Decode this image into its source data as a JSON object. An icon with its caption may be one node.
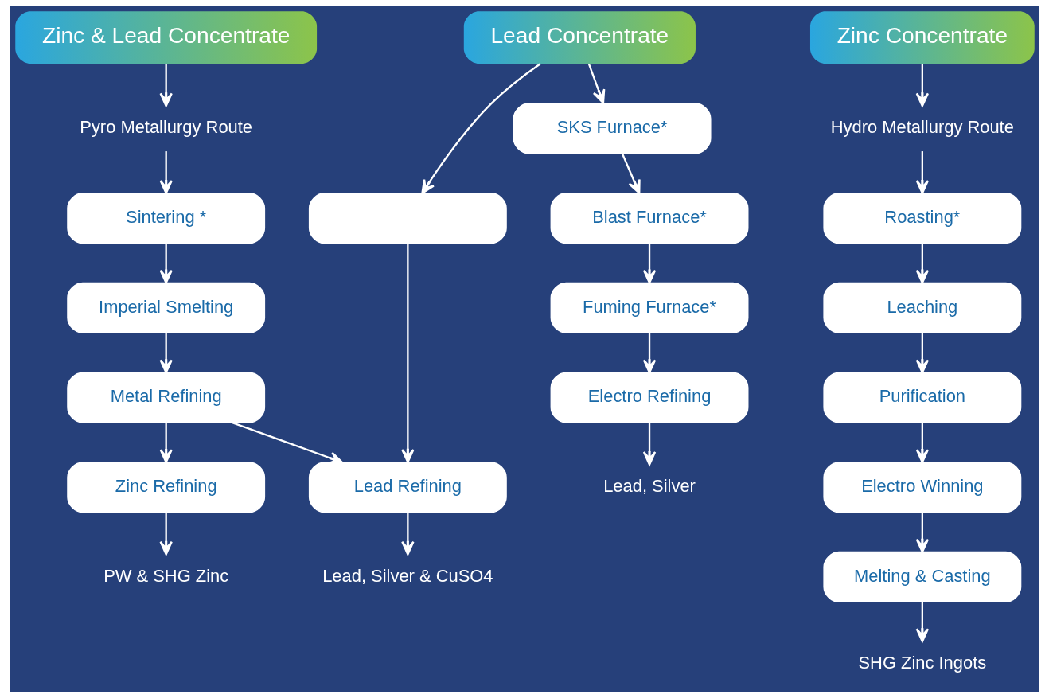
{
  "diagram": {
    "nodes": [
      {
        "text": [
          "Zinc & Lead Concentrate"
        ]
      },
      {
        "text": [
          "Lead Concentrate"
        ]
      },
      {
        "text": [
          "Zinc Concentrate"
        ]
      },
      {
        "text": [
          "Pyro Metallurgy Route"
        ]
      },
      {
        "text": [
          "Sintering *"
        ]
      },
      {
        "text": [
          "Imperial Smelting"
        ]
      },
      {
        "text": [
          "Metal Refining"
        ]
      },
      {
        "text": [
          "Zinc Refining"
        ]
      },
      {
        "text": [
          "Lead Refining"
        ]
      },
      {
        "text": [
          "PW & SHG Zinc"
        ]
      },
      {
        "text": [
          "Lead, Silver & CuSO4"
        ]
      },
      {
        "text": [],
        "shape": "box"
      },
      {
        "text": [
          "SKS Furnace*"
        ]
      },
      {
        "text": [
          "Blast Furnace*"
        ]
      },
      {
        "text": [
          "Fuming Furnace*"
        ]
      },
      {
        "text": [
          "Electro Refining"
        ]
      },
      {
        "text": [
          "Lead, Silver"
        ]
      },
      {
        "text": [
          "Hydro Metallurgy Route"
        ]
      },
      {
        "text": [
          "Roasting*"
        ]
      },
      {
        "text": [
          "Leaching"
        ]
      },
      {
        "text": [
          "Purification"
        ]
      },
      {
        "text": [
          "Electro Winning"
        ]
      },
      {
        "text": [
          "Melting & Casting"
        ]
      },
      {
        "text": [
          "SHG Zinc Ingots"
        ]
      }
    ],
    "edges": [
      {
        "from": 0,
        "to": 3,
        "arrow": "to"
      },
      {
        "from": 3,
        "to": 4,
        "arrow": "to"
      },
      {
        "from": 4,
        "to": 5,
        "arrow": "to"
      },
      {
        "from": 5,
        "to": 6,
        "arrow": "to"
      },
      {
        "from": 6,
        "to": 7,
        "arrow": "to"
      },
      {
        "from": 6,
        "to": 8,
        "arrow": "to"
      },
      {
        "from": 7,
        "to": 9,
        "arrow": "to"
      },
      {
        "from": 8,
        "to": 10,
        "arrow": "to"
      },
      {
        "from": 1,
        "to": 11,
        "arrow": "to"
      },
      {
        "from": 1,
        "to": 12,
        "arrow": "to"
      },
      {
        "from": 11,
        "to": 8,
        "arrow": "to"
      },
      {
        "from": 12,
        "to": 13,
        "arrow": "to"
      },
      {
        "from": 13,
        "to": 14,
        "arrow": "to"
      },
      {
        "from": 14,
        "to": 15,
        "arrow": "to"
      },
      {
        "from": 15,
        "to": 16,
        "arrow": "to"
      },
      {
        "from": 2,
        "to": 17,
        "arrow": "to"
      },
      {
        "from": 17,
        "to": 18,
        "arrow": "to"
      },
      {
        "from": 18,
        "to": 19,
        "arrow": "to"
      },
      {
        "from": 19,
        "to": 20,
        "arrow": "to"
      },
      {
        "from": 20,
        "to": 21,
        "arrow": "to"
      },
      {
        "from": 21,
        "to": 22,
        "arrow": "to"
      },
      {
        "from": 22,
        "to": 23,
        "arrow": "to"
      }
    ]
  }
}
